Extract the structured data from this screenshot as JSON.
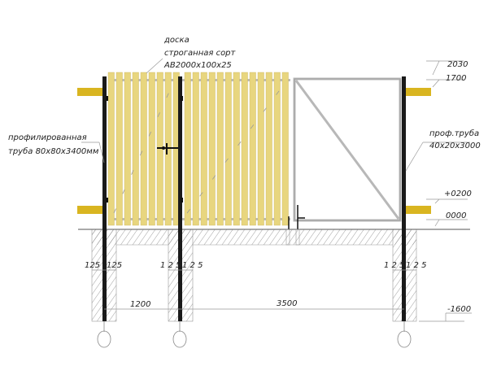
{
  "labels": {
    "board_line1": "доска",
    "board_line2": "строганная сорт",
    "board_line3": "АВ2000х100х25",
    "pipe_line1": "профилированная",
    "pipe_line2": "труба  80х80х3400мм",
    "prof_line1": "проф.труба",
    "prof_line2": "40х20х3000"
  },
  "levels": {
    "l2030": "2030",
    "l1700": "1700",
    "l0200": "+0200",
    "l0000": "0000",
    "lm1600": "-1600"
  },
  "dims": {
    "d1200": "1200",
    "d3500": "3500",
    "p1a": "125",
    "p1b": "125",
    "p2a": "1 2 5",
    "p2b": "1 2 5",
    "p3a": "1 2 5",
    "p3b": "1 2 5"
  },
  "colors": {
    "wood": "#e8d67f",
    "stub": "#d9b520",
    "post": "#1a1a1a",
    "frame": "#b8b8b8"
  }
}
